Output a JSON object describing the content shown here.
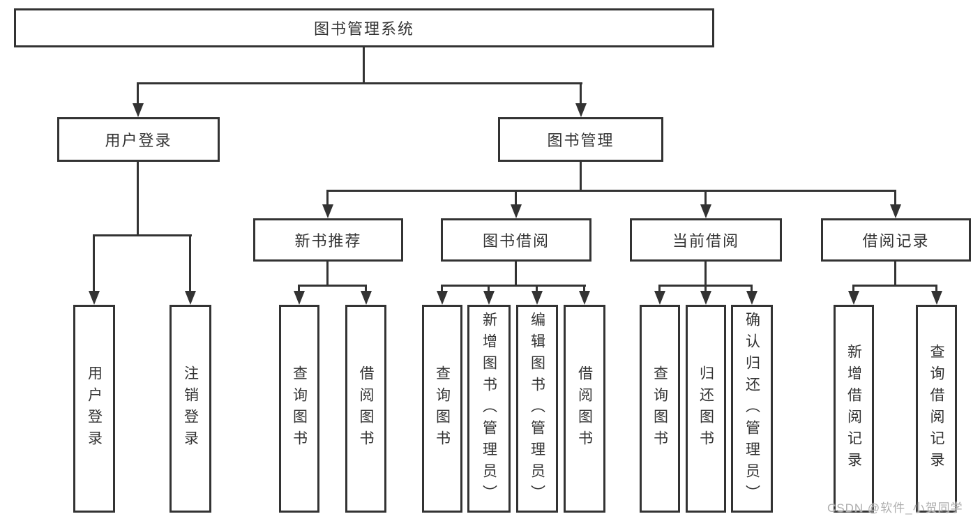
{
  "diagram": {
    "type": "hierarchy-tree",
    "title": "图书管理系统",
    "colors": {
      "background": "#ffffff",
      "line": "#333333",
      "text": "#333333",
      "box_fill": "#ffffff",
      "watermark": "#aeaeae"
    }
  },
  "nodes": {
    "root": {
      "label": "图书管理系统"
    },
    "user_login": {
      "label": "用户登录"
    },
    "book_mgmt": {
      "label": "图书管理"
    },
    "new_books": {
      "label": "新书推荐"
    },
    "book_borrow": {
      "label": "图书借阅"
    },
    "current_borrow": {
      "label": "当前借阅"
    },
    "borrow_records": {
      "label": "借阅记录"
    },
    "user_login_leaf": {
      "label": "用户登录"
    },
    "logout_leaf": {
      "label": "注销登录"
    },
    "query_books_1": {
      "label": "查询图书"
    },
    "borrow_books_1": {
      "label": "借阅图书"
    },
    "query_books_2": {
      "label": "查询图书"
    },
    "add_books": {
      "label": "新增图书（管理员）"
    },
    "edit_books": {
      "label": "编辑图书（管理员）"
    },
    "borrow_books_2": {
      "label": "借阅图书"
    },
    "query_books_3": {
      "label": "查询图书"
    },
    "return_books": {
      "label": "归还图书"
    },
    "confirm_return": {
      "label": "确认归还（管理员）"
    },
    "add_borrow_record": {
      "label": "新增借阅记录"
    },
    "query_borrow_record": {
      "label": "查询借阅记录"
    }
  },
  "tree": {
    "root": "图书管理系统",
    "children": [
      {
        "label": "用户登录",
        "children": [
          "用户登录",
          "注销登录"
        ]
      },
      {
        "label": "图书管理",
        "children": [
          {
            "label": "新书推荐",
            "children": [
              "查询图书",
              "借阅图书"
            ]
          },
          {
            "label": "图书借阅",
            "children": [
              "查询图书",
              "新增图书（管理员）",
              "编辑图书（管理员）",
              "借阅图书"
            ]
          },
          {
            "label": "当前借阅",
            "children": [
              "查询图书",
              "归还图书",
              "确认归还（管理员）"
            ]
          },
          {
            "label": "借阅记录",
            "children": [
              "新增借阅记录",
              "查询借阅记录"
            ]
          }
        ]
      }
    ]
  },
  "watermark": {
    "text": "CSDN @软件_小贺同学"
  }
}
